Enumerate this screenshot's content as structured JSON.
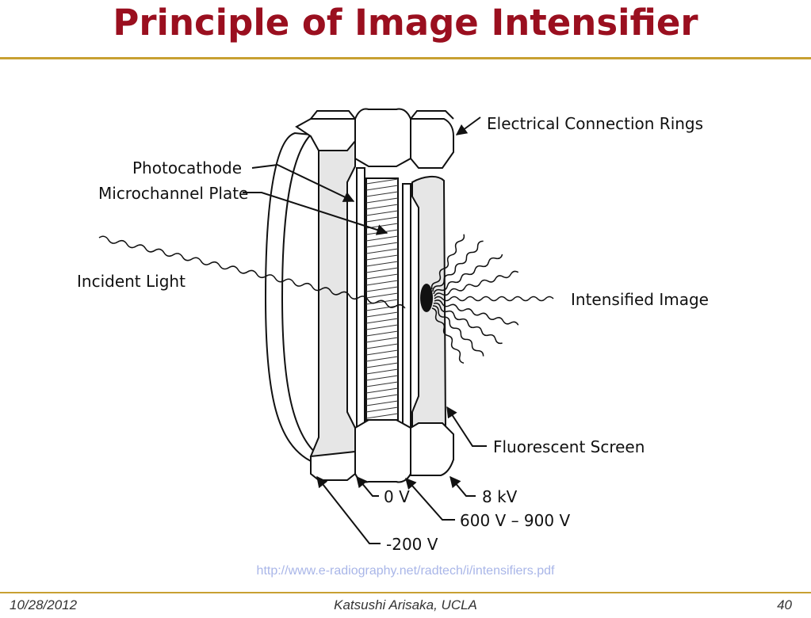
{
  "slide": {
    "title": "Principle of Image Intensifier",
    "source_url": "http://www.e-radiography.net/radtech/i/intensifiers.pdf",
    "footer": {
      "date": "10/28/2012",
      "author": "Katsushi Arisaka, UCLA",
      "page": "40"
    }
  },
  "diagram": {
    "labels": {
      "rings": "Electrical Connection Rings",
      "photocathode": "Photocathode",
      "mcp": "Microchannel Plate",
      "incident": "Incident Light",
      "intensified": "Intensified Image",
      "screen": "Fluorescent Screen",
      "v_8kv": "8 kV",
      "v_0": "0 V",
      "v_600": "600 V – 900 V",
      "v_neg200": "-200 V"
    },
    "colors": {
      "title": "#9a0f1f",
      "rule": "#c8a032",
      "fill": "#e6e6e6",
      "source_link": "#a9b6e8"
    }
  }
}
